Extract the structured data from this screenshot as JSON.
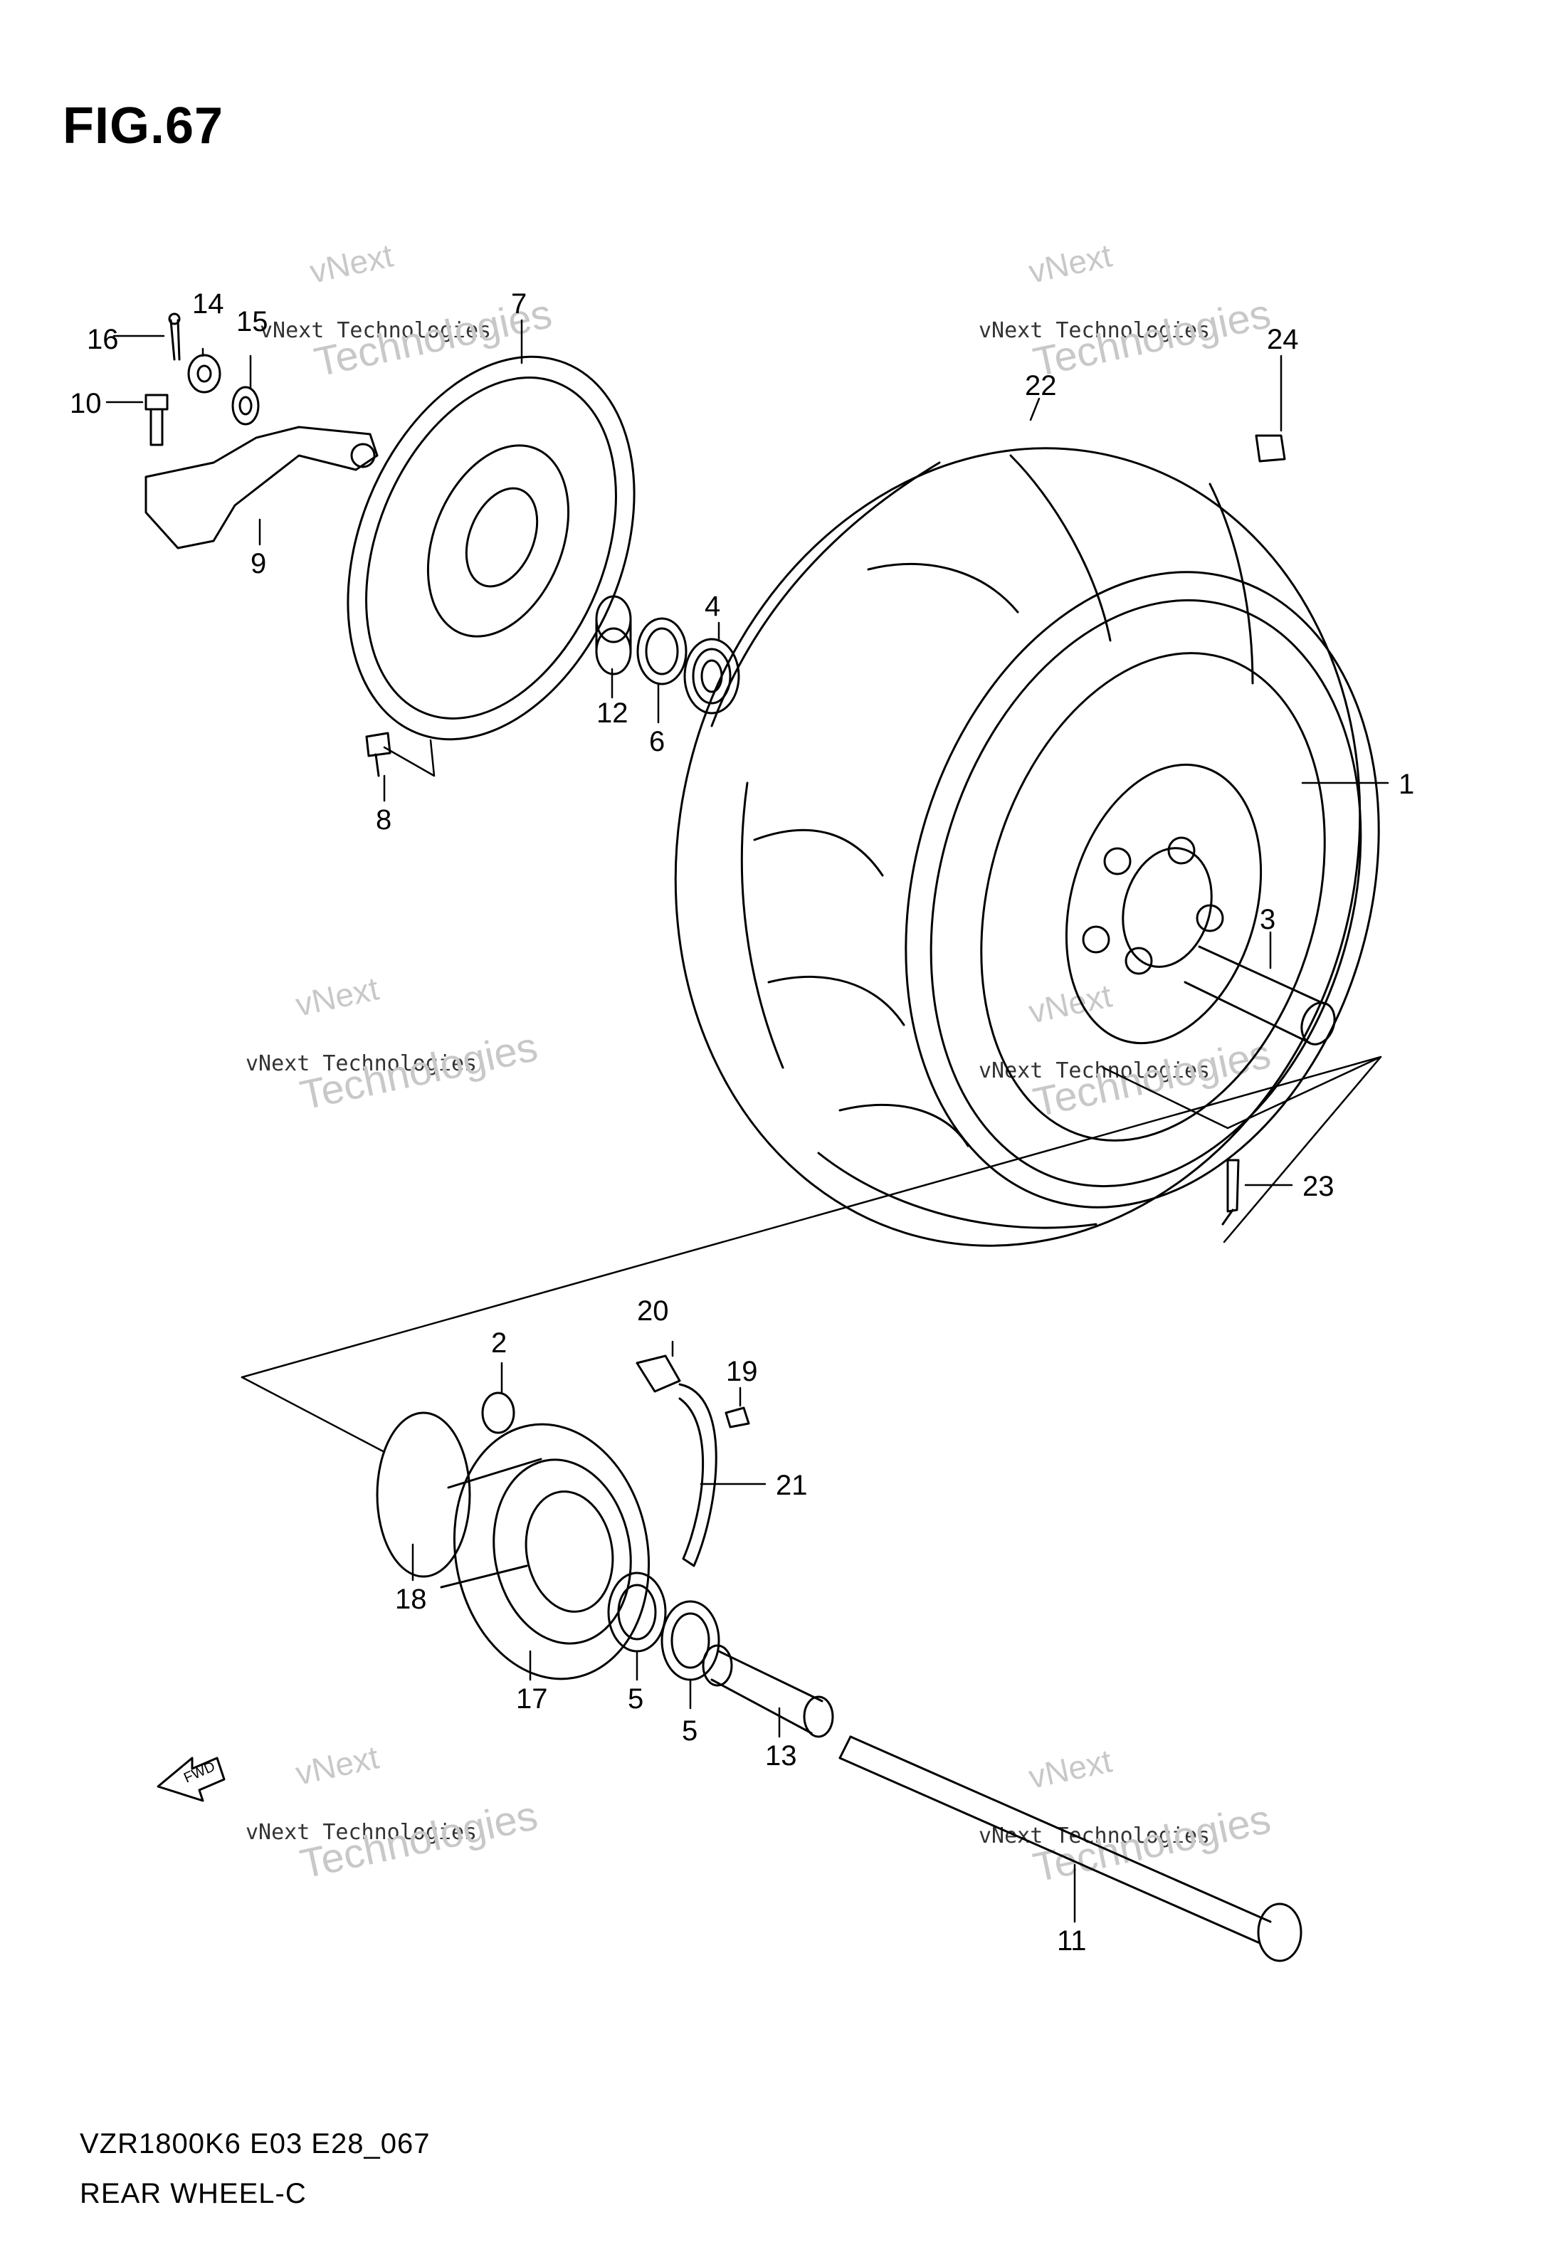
{
  "figure": {
    "title": "FIG.67"
  },
  "footer": {
    "model_code": "VZR1800K6 E03 E28_067",
    "assembly_name": "REAR WHEEL-C"
  },
  "fwd_label": "FWD",
  "watermark": {
    "brand": "vNext",
    "line1": "vNext Technologies",
    "line2": "Technologies"
  },
  "callouts": [
    "1",
    "2",
    "3",
    "4",
    "5",
    "5",
    "6",
    "7",
    "8",
    "9",
    "10",
    "11",
    "12",
    "13",
    "14",
    "15",
    "16",
    "17",
    "18",
    "19",
    "20",
    "21",
    "22",
    "23",
    "24"
  ],
  "colors": {
    "ink": "#000000",
    "watermark": "#c8c8c8"
  }
}
